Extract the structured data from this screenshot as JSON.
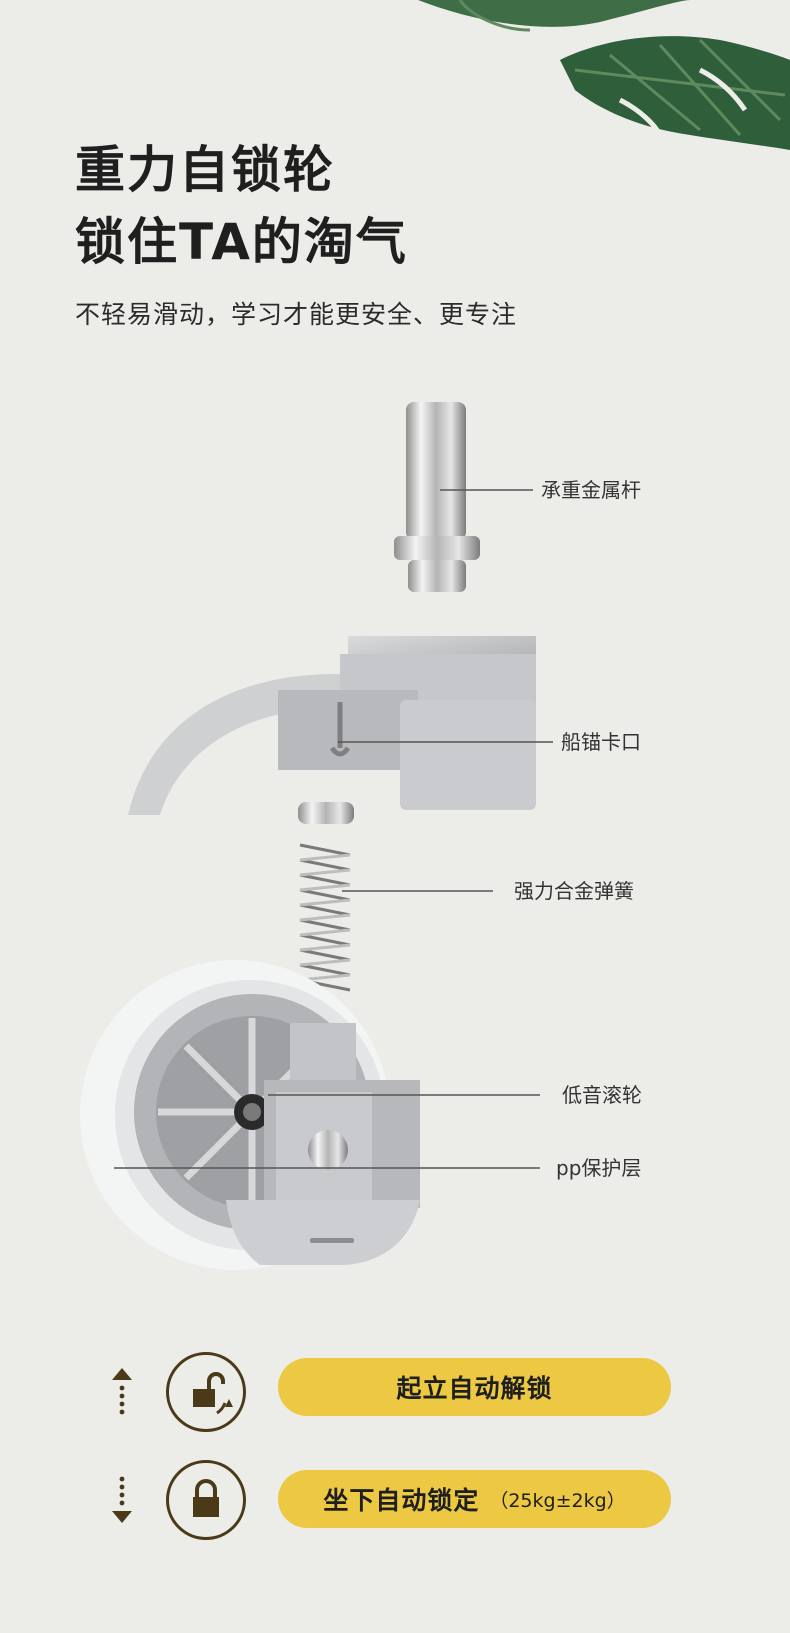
{
  "headline": {
    "line1": "重力自锁轮",
    "line2": "锁住TA的淘气"
  },
  "subtitle": "不轻易滑动，学习才能更安全、更专注",
  "parts": [
    {
      "label": "承重金属杆"
    },
    {
      "label": "船锚卡口"
    },
    {
      "label": "强力合金弹簧"
    },
    {
      "label": "低音滚轮"
    },
    {
      "label": "pp保护层"
    }
  ],
  "lock_rows": [
    {
      "label": "起立自动解锁",
      "note": "",
      "state": "unlocked",
      "arrow": "up",
      "icon": "unlock-rotate-icon"
    },
    {
      "label": "坐下自动锁定",
      "note": "（25kg±2kg）",
      "state": "locked",
      "arrow": "down",
      "icon": "lock-icon"
    }
  ],
  "colors": {
    "background": "#ecece9",
    "pill": "#ecc843",
    "icon": "#4a3a18",
    "text": "#1f1f1f"
  }
}
